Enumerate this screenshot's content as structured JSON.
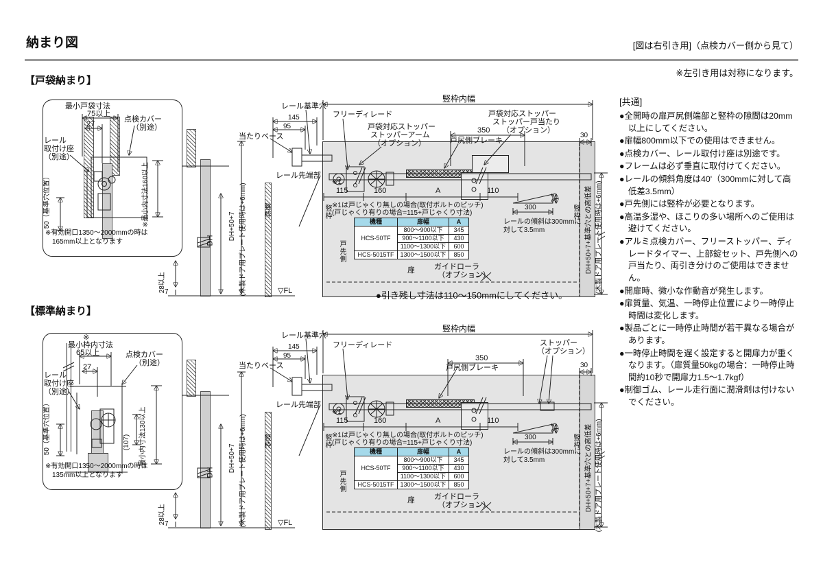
{
  "header": {
    "title": "納まり図",
    "direction_note": "[図は右引き用]（点検カバー側から見て）",
    "mirror_note": "※左引き用は対称になります。"
  },
  "sections": {
    "pocket": "【戸袋納まり】",
    "standard": "【標準納まり】"
  },
  "common_labels": {
    "betto": "（別途）",
    "option": "（オプション）",
    "cover": "点検カバー",
    "rail_seat1": "レール",
    "rail_seat2": "取付け座",
    "d27": "27",
    "base_hole": "50（基準穴位置）",
    "open_note": "※有効開口1350～2000mmの時は",
    "tate": "竪枠",
    "tosaki": "戸先側",
    "tobira": "扉"
  },
  "inset1": {
    "min_pocket": "最小戸袋寸法",
    "v75": "75以上",
    "min_inner": "※最小内寸法160以上",
    "note2": "165mm以上となります"
  },
  "inset2": {
    "mark": "※",
    "min_frame": "最小枠内寸法",
    "v65": "65以上",
    "d107": "(107)",
    "min_inner": "最小内寸法130以上",
    "note2": "135mm以上となります"
  },
  "elevation": {
    "dh": "DH",
    "dh_plus": "DH+50+7",
    "dh_plus_note": "(木製ドア用プレート使用時は+6mm)",
    "d28": "28以上",
    "d7": "7",
    "fl": "▽FL"
  },
  "rail_tip": {
    "ref_hole": "レール基準穴",
    "d145": "145",
    "d95": "95",
    "atari_base": "当たりベース",
    "tip": "レール先端部"
  },
  "assembly": {
    "frame_width": "竪枠内幅",
    "free_delayed": "フリーディレード",
    "brake": "戸尻側ブレーキ",
    "d350": "350",
    "d30": "30",
    "ref1": "※1",
    "d115": "115",
    "d160": "160",
    "dA": "A",
    "d110": "110",
    "note1": "※1は戸じゃくり無しの場合(取付ボルトのピッチ)",
    "note2": "(戸じゃくり有りの場合=115+戸じゃくり寸法)",
    "guide_roller": "ガイドローラ",
    "d300": "300",
    "d35": "3.5",
    "slope1": "レールの傾斜は300mmに",
    "slope2": "対して3.5mm",
    "right_dim1": "DH+50+7+基準穴との高低差",
    "right_dim2": "(木製ドア用プレート使用時は+6mm)",
    "pocket_stopper": "戸袋対応ストッパー",
    "stopper_arm": "ストッパーアーム",
    "stopper_atari": "ストッパー戸当たり",
    "stopper": "ストッパー"
  },
  "spec_table": {
    "headers": [
      "機種",
      "扉幅",
      "A"
    ],
    "models": [
      "HCS-50TF",
      "HCS-5015TF"
    ],
    "rows": [
      [
        "800～900以下",
        "345"
      ],
      [
        "900～1100以下",
        "430"
      ],
      [
        "1100～1300以下",
        "600"
      ],
      [
        "1300～1500以下",
        "850"
      ]
    ]
  },
  "pull_note": "●引き残し寸法は110～150mmにしてください。",
  "common_notes": {
    "heading": "[共通]",
    "items": [
      "●全開時の扉戸尻側端部と竪枠の隙間は20mm以上にしてください。",
      "●扉幅800mm以下での使用はできません。",
      "●点検カバー、レール取付け座は別途です。",
      "●フレームは必ず垂直に取付けてください。",
      "●レールの傾斜角度は40'（300mmに対して高低差3.5mm）",
      "●戸先側には竪枠が必要となります。",
      "●高温多湿や、ほこりの多い場所へのご使用は避けてください。",
      "●アルミ点検カバー、フリーストッパー、ディレードタイマー、上部錠セット、戸先側への戸当たり、両引き分けのご使用はできません。",
      "●開扉時、微小な作動音が発生します。",
      "●扉質量、気温、一時停止位置により一時停止時間は変化します。",
      "●製品ごとに一時停止時間が若干異なる場合があります。",
      "●一時停止時間を遅く設定すると開扉力が重くなります。（扉質量50kgの場合：一時停止時間約10秒で開扉力1.5～1.7kgf）",
      "●制御ゴム、レール走行面に潤滑剤は付けないでください。"
    ]
  },
  "colors": {
    "table_header_bg": "#a5d9ea",
    "rule_gray": "#9a9a9a",
    "panel_gray": "#e4e4e4"
  }
}
